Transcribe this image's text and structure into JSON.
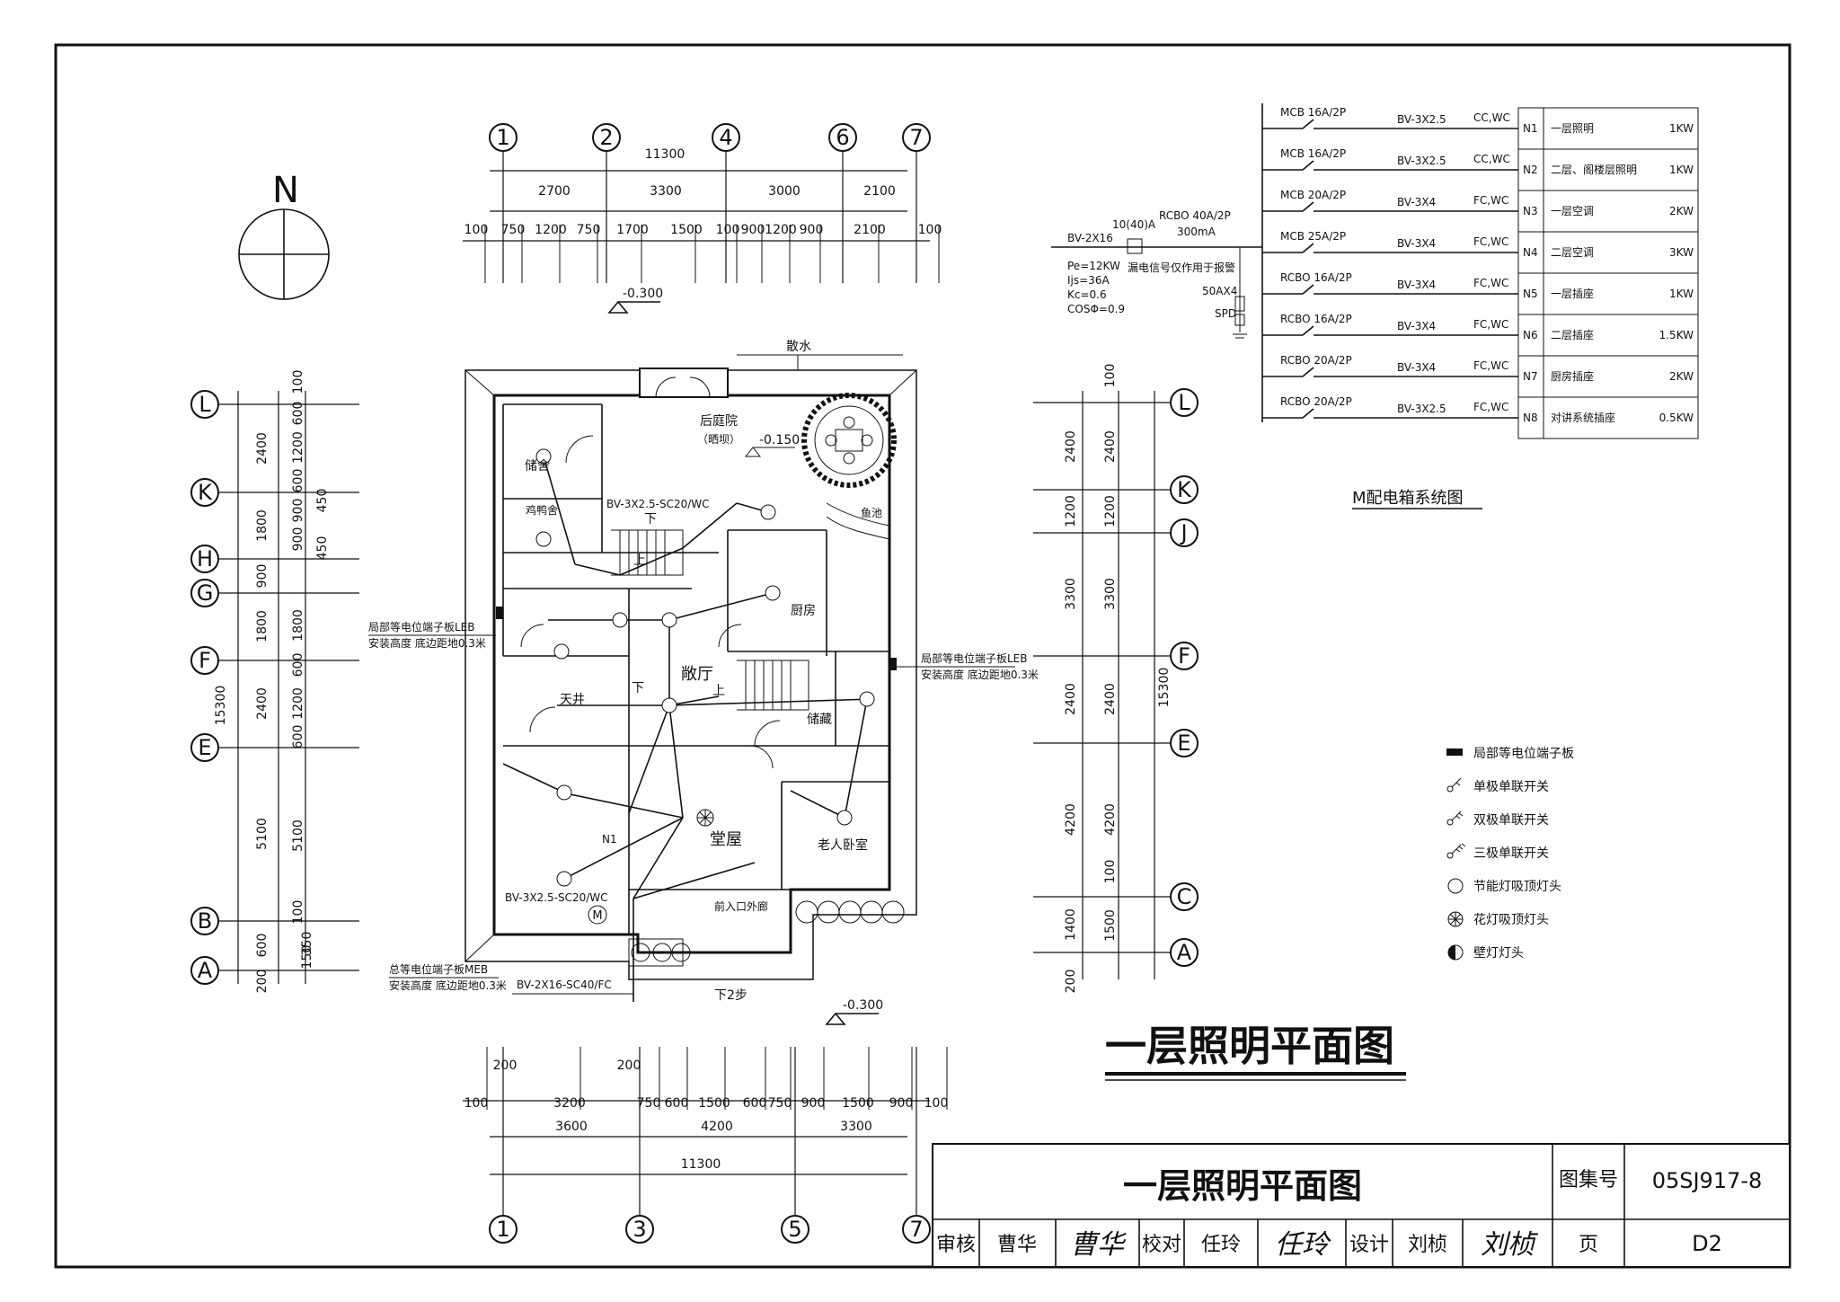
{
  "north": "N",
  "top_axes": [
    "1",
    "2",
    "4",
    "6",
    "7"
  ],
  "bottom_axes": [
    "1",
    "3",
    "5",
    "7"
  ],
  "left_axes": [
    "L",
    "K",
    "H",
    "G",
    "F",
    "E",
    "B",
    "A"
  ],
  "right_axes": [
    "L",
    "K",
    "J",
    "F",
    "E",
    "C",
    "A"
  ],
  "top_dims": {
    "total": "11300",
    "bays": [
      "2700",
      "3300",
      "3000",
      "2100"
    ],
    "details": [
      "100",
      "750",
      "1200",
      "750",
      "1700",
      "1500",
      "100",
      "900",
      "1200",
      "900",
      "2100",
      "100"
    ]
  },
  "bottom_dims": {
    "total": "11300",
    "bays": [
      "3600",
      "4200",
      "3300"
    ],
    "details": [
      "100",
      "3200",
      "750",
      "600",
      "1500",
      "600",
      "750",
      "900",
      "1500",
      "900",
      "100"
    ],
    "small": [
      "200",
      "200"
    ]
  },
  "left_dims": {
    "total": "15300",
    "bays": [
      "2400",
      "1800",
      "900",
      "1800",
      "2400",
      "5100",
      "600",
      "200"
    ],
    "details": [
      "100",
      "600",
      "1200",
      "600",
      "900",
      "900",
      "1800",
      "600",
      "1200",
      "600",
      "5100",
      "100",
      "350",
      "150"
    ],
    "small": [
      "450",
      "450"
    ]
  },
  "right_dims": {
    "total": "15300",
    "bays": [
      "2400",
      "1200",
      "3300",
      "2400",
      "4200",
      "1400",
      "200"
    ],
    "details": [
      "100",
      "2400",
      "1200",
      "3300",
      "2400",
      "4200",
      "100",
      "1500"
    ]
  },
  "levels": [
    "-0.300",
    "-0.150",
    "-0.300"
  ],
  "rooms": [
    "储舍",
    "鸡鸭舍",
    "后庭院",
    "（晒坝）",
    "鱼池",
    "厨房",
    "天井",
    "敞厅",
    "储藏",
    "堂屋",
    "老人卧室",
    "前入口外廊",
    "散水"
  ],
  "plan_labels": {
    "up1": "上",
    "down1": "下",
    "up2": "上",
    "down2": "下",
    "down_steps": "下2步",
    "n1": "N1",
    "meter": "M",
    "cable1": "BV-3X2.5-SC20/WC",
    "cable2": "BV-3X2.5-SC20/WC",
    "cable3": "BV-2X16-SC40/FC",
    "leb_left_1": "局部等电位端子板LEB",
    "leb_left_2": "安装高度 底边距地0.3米",
    "leb_right_1": "局部等电位端子板LEB",
    "leb_right_2": "安装高度 底边距地0.3米",
    "meb_1": "总等电位端子板MEB",
    "meb_2": "安装高度 底边距地0.3米"
  },
  "panel": {
    "title": "M配电箱系统图",
    "incoming": {
      "cable": "BV-2X16",
      "meter": "10(40)A",
      "breaker": "RCBO 40A/2P",
      "breaker_ma": "300mA",
      "alarm": "漏电信号仅作用于报警",
      "spd_rating": "50AX4",
      "spd": "SPD",
      "params": [
        "Pe=12KW",
        "Ijs=36A",
        "Kc=0.6",
        "COSΦ=0.9"
      ]
    },
    "circuits": [
      {
        "breaker": "MCB 16A/2P",
        "cable": "BV-3X2.5",
        "laying": "CC,WC",
        "id": "N1",
        "name": "一层照明",
        "load": "1KW"
      },
      {
        "breaker": "MCB 16A/2P",
        "cable": "BV-3X2.5",
        "laying": "CC,WC",
        "id": "N2",
        "name": "二层、阁楼层照明",
        "load": "1KW"
      },
      {
        "breaker": "MCB 20A/2P",
        "cable": "BV-3X4",
        "laying": "FC,WC",
        "id": "N3",
        "name": "一层空调",
        "load": "2KW"
      },
      {
        "breaker": "MCB 25A/2P",
        "cable": "BV-3X4",
        "laying": "FC,WC",
        "id": "N4",
        "name": "二层空调",
        "load": "3KW"
      },
      {
        "breaker": "RCBO 16A/2P",
        "cable": "BV-3X4",
        "laying": "FC,WC",
        "id": "N5",
        "name": "一层插座",
        "load": "1KW"
      },
      {
        "breaker": "RCBO 16A/2P",
        "cable": "BV-3X4",
        "laying": "FC,WC",
        "id": "N6",
        "name": "二层插座",
        "load": "1.5KW"
      },
      {
        "breaker": "RCBO 20A/2P",
        "cable": "BV-3X4",
        "laying": "FC,WC",
        "id": "N7",
        "name": "厨房插座",
        "load": "2KW"
      },
      {
        "breaker": "RCBO 20A/2P",
        "cable": "BV-3X2.5",
        "laying": "FC,WC",
        "id": "N8",
        "name": "对讲系统插座",
        "load": "0.5KW"
      }
    ]
  },
  "legend": [
    {
      "icon": "terminal-board-icon",
      "label": "局部等电位端子板"
    },
    {
      "icon": "single-switch-icon",
      "label": "单极单联开关"
    },
    {
      "icon": "double-switch-icon",
      "label": "双极单联开关"
    },
    {
      "icon": "triple-switch-icon",
      "label": "三极单联开关"
    },
    {
      "icon": "ceiling-lamp-icon",
      "label": "节能灯吸顶灯头"
    },
    {
      "icon": "chandelier-icon",
      "label": "花灯吸顶灯头"
    },
    {
      "icon": "wall-lamp-icon",
      "label": "壁灯灯头"
    }
  ],
  "drawing_title": "一层照明平面图",
  "title_block": {
    "title": "一层照明平面图",
    "atlas_label": "图集号",
    "atlas_no": "05SJ917-8",
    "review_label": "审核",
    "reviewer": "曹华",
    "reviewer_sig": "曹华",
    "check_label": "校对",
    "checker": "任玲",
    "checker_sig": "任玲",
    "design_label": "设计",
    "designer": "刘桢",
    "designer_sig": "刘桢",
    "page_label": "页",
    "page": "D2"
  }
}
